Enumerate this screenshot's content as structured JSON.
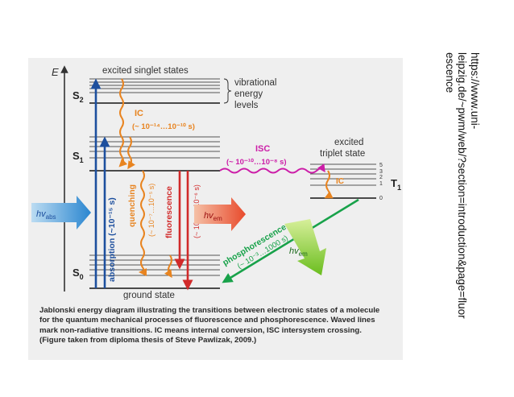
{
  "figure": {
    "axis_label": "E",
    "header_singlet": "excited singlet states",
    "vibrational_label": [
      "vibrational",
      "energy",
      "levels"
    ],
    "triplet_label": [
      "excited",
      "triplet state"
    ],
    "ground_label": "ground state",
    "states": {
      "s2": "S",
      "s2_sub": "2",
      "s1": "S",
      "s1_sub": "1",
      "s0": "S",
      "s0_sub": "0",
      "t1": "T",
      "t1_sub": "1"
    },
    "vib_numbers": [
      "5",
      "3",
      "2",
      "1",
      "0"
    ],
    "ic_label": "IC",
    "ic_time": "(~ 10⁻¹⁴…10⁻¹⁰ s)",
    "isc_label": "ISC",
    "isc_time": "(~ 10⁻¹⁰…10⁻⁸ s)",
    "ic_triplet": "IC",
    "hv_abs": "hv",
    "hv_abs_sub": "abs",
    "hv_em": "hv",
    "hv_em_sub": "em",
    "hv_em2": "hv",
    "hv_em2_sub": "em",
    "absorption": "absorption (~10⁻¹⁵ s)",
    "quenching": "quenching",
    "quenching_time": "(~ 10⁻⁷…10⁻⁵ s)",
    "fluorescence": "fluorescence",
    "fluorescence_time": "(~ 10⁻⁹…10⁻⁶ s)",
    "phosphorescence": "phosphorescence",
    "phosphorescence_time": "(~ 10⁻³…1000 s)",
    "colors": {
      "blue": "#1d4f9e",
      "orange": "#e88420",
      "red": "#d12a2a",
      "magenta": "#cc1ea8",
      "green": "#18a24a",
      "light_green": "#9fd23a"
    }
  },
  "caption": [
    "Jablonski energy diagram illustrating the transitions between electronic states of a molecule",
    "for the quantum mechanical processes of fluorescence and phosphorescence. Waved lines",
    "mark non-radiative transitions. IC means internal conversion, ISC intersystem crossing.",
    "(Figure taken from diploma thesis of Steve Pawlizak, 2009.)"
  ],
  "url_note": [
    "https://www.uni-",
    "leipzig.de/~pwm/web/?section=introduction&page=fluor",
    "escence"
  ]
}
